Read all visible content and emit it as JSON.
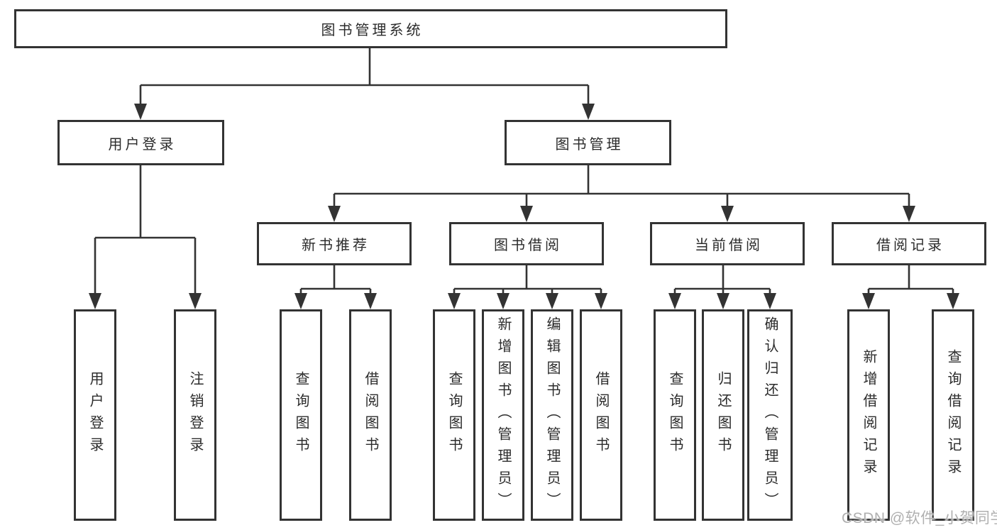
{
  "nodes": {
    "root": {
      "label": "图书管理系统"
    },
    "user_login": {
      "label": "用户登录"
    },
    "book_management": {
      "label": "图书管理"
    },
    "new_book_recommend": {
      "label": "新书推荐"
    },
    "book_borrowing": {
      "label": "图书借阅"
    },
    "current_borrowing": {
      "label": "当前借阅"
    },
    "borrowing_records": {
      "label": "借阅记录"
    },
    "leaves": [
      {
        "label": "用户登录"
      },
      {
        "label": "注销登录"
      },
      {
        "label": "查询图书"
      },
      {
        "label": "借阅图书"
      },
      {
        "label": "查询图书"
      },
      {
        "label": "新增图书（管理员）"
      },
      {
        "label": "编辑图书（管理员）"
      },
      {
        "label": "借阅图书"
      },
      {
        "label": "查询图书"
      },
      {
        "label": "归还图书"
      },
      {
        "label": "确认归还（管理员）"
      },
      {
        "label": "新增借阅记录"
      },
      {
        "label": "查询借阅记录"
      }
    ]
  },
  "edges": [
    [
      "图书管理系统",
      "用户登录"
    ],
    [
      "图书管理系统",
      "图书管理"
    ],
    [
      "用户登录",
      "用户登录"
    ],
    [
      "用户登录",
      "注销登录"
    ],
    [
      "图书管理",
      "新书推荐"
    ],
    [
      "图书管理",
      "图书借阅"
    ],
    [
      "图书管理",
      "当前借阅"
    ],
    [
      "图书管理",
      "借阅记录"
    ],
    [
      "新书推荐",
      "查询图书"
    ],
    [
      "新书推荐",
      "借阅图书"
    ],
    [
      "图书借阅",
      "查询图书"
    ],
    [
      "图书借阅",
      "新增图书（管理员）"
    ],
    [
      "图书借阅",
      "编辑图书（管理员）"
    ],
    [
      "图书借阅",
      "借阅图书"
    ],
    [
      "当前借阅",
      "查询图书"
    ],
    [
      "当前借阅",
      "归还图书"
    ],
    [
      "当前借阅",
      "确认归还（管理员）"
    ],
    [
      "借阅记录",
      "新增借阅记录"
    ],
    [
      "借阅记录",
      "查询借阅记录"
    ]
  ],
  "watermark": {
    "text": "CSDN @软件_小贺同学"
  },
  "colors": {
    "line": "#333333",
    "box_border": "#333333",
    "text": "#2b2b2b",
    "watermark": "#b0b0b0",
    "background": "#ffffff"
  }
}
